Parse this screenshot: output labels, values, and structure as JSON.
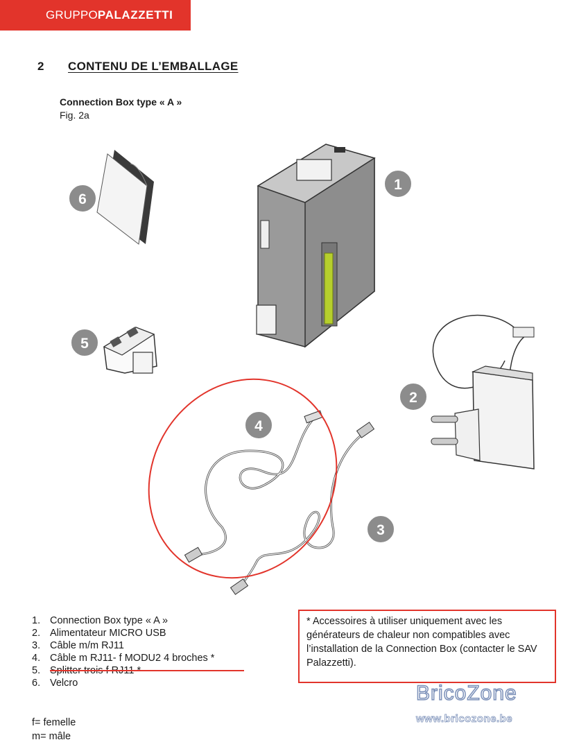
{
  "header": {
    "brand_prefix": "GRUPPO",
    "brand_name": "PALAZZETTI"
  },
  "section": {
    "number": "2",
    "title": "CONTENU DE L’EMBALLAGE"
  },
  "subsection": {
    "title": "Connection Box type « A »",
    "figure": "Fig. 2a"
  },
  "callouts": [
    "1",
    "2",
    "3",
    "4",
    "5",
    "6"
  ],
  "items": [
    {
      "num": "1.",
      "label": "Connection Box type « A »"
    },
    {
      "num": "2.",
      "label": "Alimentateur MICRO USB"
    },
    {
      "num": "3.",
      "label": "Câble m/m RJ11"
    },
    {
      "num": "4.",
      "label": "Câble m RJ11- f MODU2 4 broches *"
    },
    {
      "num": "5.",
      "label": "Splitter trois f RJ11 *"
    },
    {
      "num": "6.",
      "label": "Velcro"
    }
  ],
  "legend": {
    "f": "f= femelle",
    "m": "m= mâle"
  },
  "note": "* Accessoires à utiliser uniquement avec les générateurs de chaleur non compatibles avec l’installation de la Connection Box (contacter le SAV Palazzetti).",
  "watermark": {
    "name": "BricoZone",
    "url": "www.bricozone.be"
  },
  "colors": {
    "brand_red": "#e2342b",
    "callout_grey": "#8c8c8c",
    "accent_green": "#b6cf2c"
  }
}
